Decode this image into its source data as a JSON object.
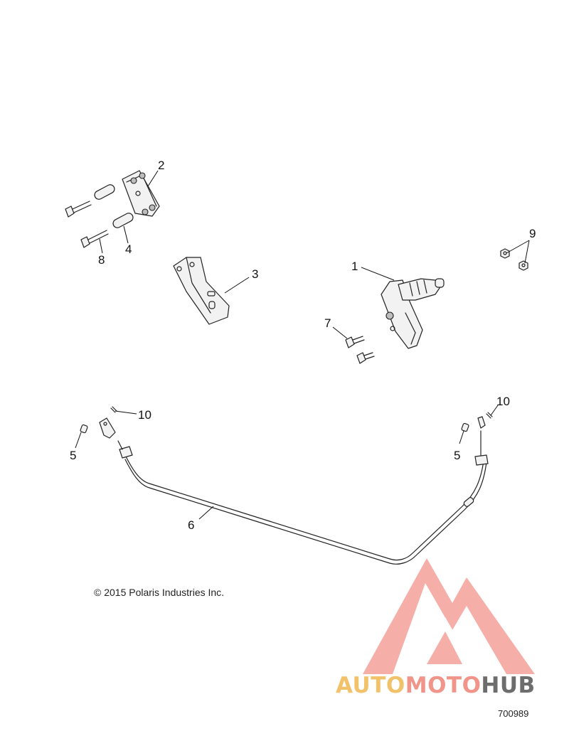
{
  "callouts": {
    "c1": "1",
    "c2": "2",
    "c3": "3",
    "c4": "4",
    "c5a": "5",
    "c5b": "5",
    "c6": "6",
    "c7": "7",
    "c8": "8",
    "c9": "9",
    "c10a": "10",
    "c10b": "10"
  },
  "copyright": "© 2015 Polaris Industries Inc.",
  "diagram_number": "700989",
  "watermark": {
    "part1": "AUTO",
    "part2": "MOTO",
    "part3": "HUB",
    "colors": {
      "yellow": "#f2c26b",
      "pink": "#f1948a",
      "gray": "#6d6d6d"
    }
  }
}
